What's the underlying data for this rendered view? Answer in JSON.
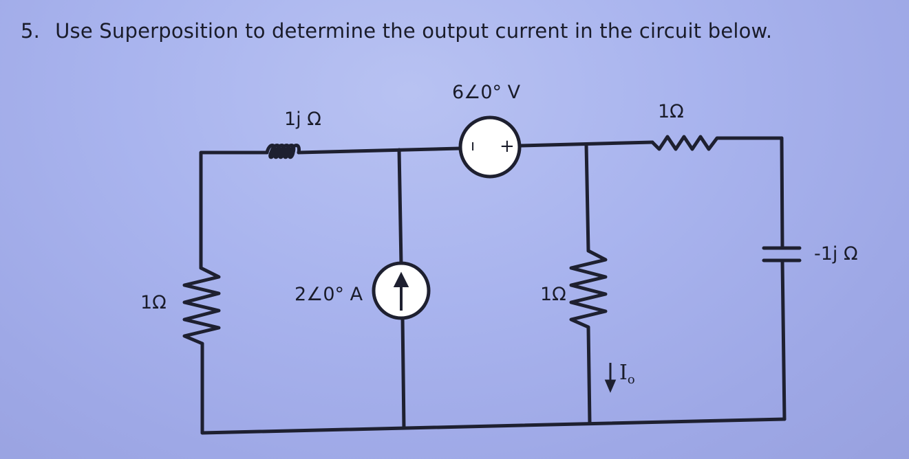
{
  "question": {
    "number": "5.",
    "text": "Use Superposition to determine the output current in the circuit below."
  },
  "components": {
    "voltage_source": {
      "label": "6∠0° V",
      "minus": "ı",
      "plus": "+"
    },
    "inductor": {
      "label": "1j Ω"
    },
    "resistor_top_right": {
      "label": "1Ω"
    },
    "capacitor": {
      "label": "-1j Ω"
    },
    "resistor_left": {
      "label": "1Ω"
    },
    "current_source": {
      "label": "2∠0° A"
    },
    "resistor_middle": {
      "label": "1Ω"
    },
    "output_current": {
      "symbol": "I",
      "subscript": "o"
    }
  },
  "colors": {
    "wire": "#1e2030",
    "ink": "#1a1c2a"
  }
}
